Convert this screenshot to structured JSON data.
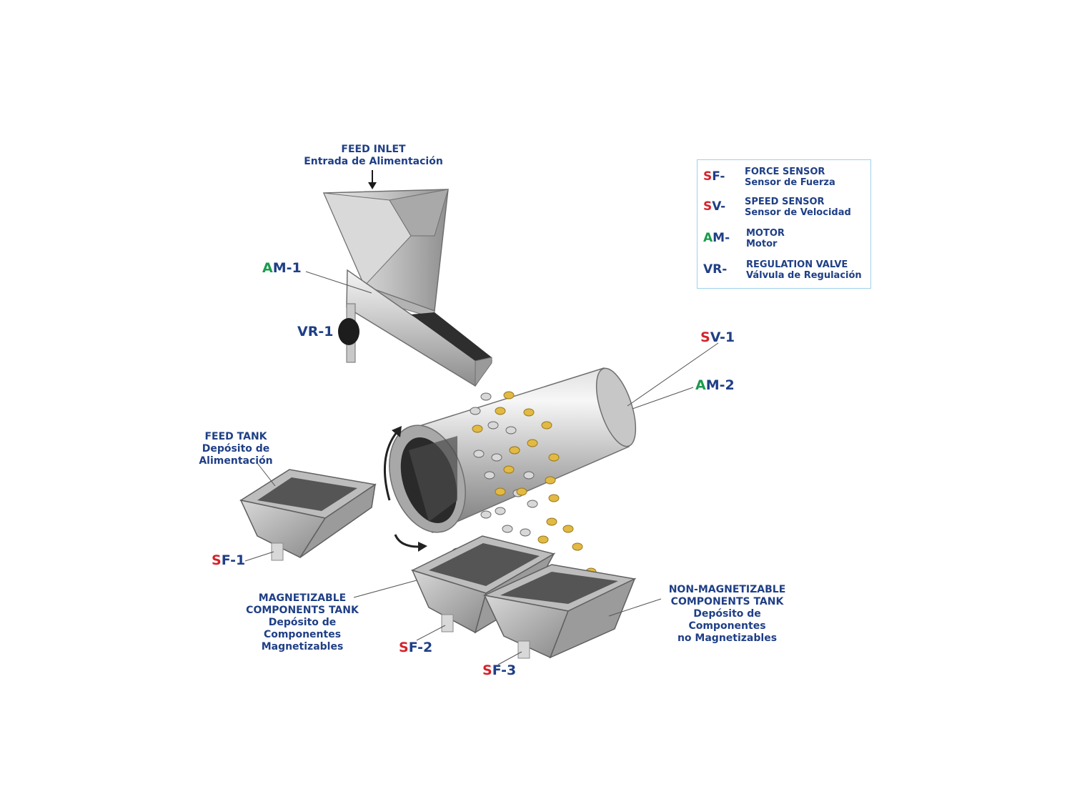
{
  "labels": {
    "feed_inlet": {
      "line1": "FEED INLET",
      "line2": "Entrada de Alimentación"
    },
    "feed_tank": {
      "line1": "FEED TANK",
      "line2": "Depósito de",
      "line3": "Alimentación"
    },
    "magnetizable_tank": {
      "line1": "MAGNETIZABLE",
      "line2": "COMPONENTS TANK",
      "line3": "Depósito de",
      "line4": "Componentes",
      "line5": "Magnetizables"
    },
    "non_magnetizable_tank": {
      "line1": "NON-MAGNETIZABLE",
      "line2": "COMPONENTS TANK",
      "line3": "Depósito de",
      "line4": "Componentes",
      "line5": "no Magnetizables"
    }
  },
  "tags": {
    "am1": {
      "prefix": "A",
      "rest": "M-1"
    },
    "vr1": {
      "prefix": "",
      "rest": "VR-1"
    },
    "sv1": {
      "prefix": "S",
      "rest": "V-1"
    },
    "am2": {
      "prefix": "A",
      "rest": "M-2"
    },
    "sf1": {
      "prefix": "S",
      "rest": "F-1"
    },
    "sf2": {
      "prefix": "S",
      "rest": "F-2"
    },
    "sf3": {
      "prefix": "S",
      "rest": "F-3"
    }
  },
  "legend": [
    {
      "prefix": "S",
      "rest": "F-",
      "color": "red",
      "en": "FORCE SENSOR",
      "es": "Sensor de Fuerza"
    },
    {
      "prefix": "S",
      "rest": "V-",
      "color": "red",
      "en": "SPEED SENSOR",
      "es": "Sensor de Velocidad"
    },
    {
      "prefix": "A",
      "rest": "M-",
      "color": "green",
      "en": "MOTOR",
      "es": "Motor"
    },
    {
      "prefix": "",
      "rest": "VR-",
      "color": "none",
      "en": "REGULATION VALVE",
      "es": "Válvula de Regulación"
    }
  ],
  "colors": {
    "navy": "#1f3f86",
    "red": "#d4232b",
    "green": "#1a9b4b",
    "legend_border": "#9fd0ec",
    "steel": "#b9b9b9",
    "brass": "#e2b943"
  }
}
